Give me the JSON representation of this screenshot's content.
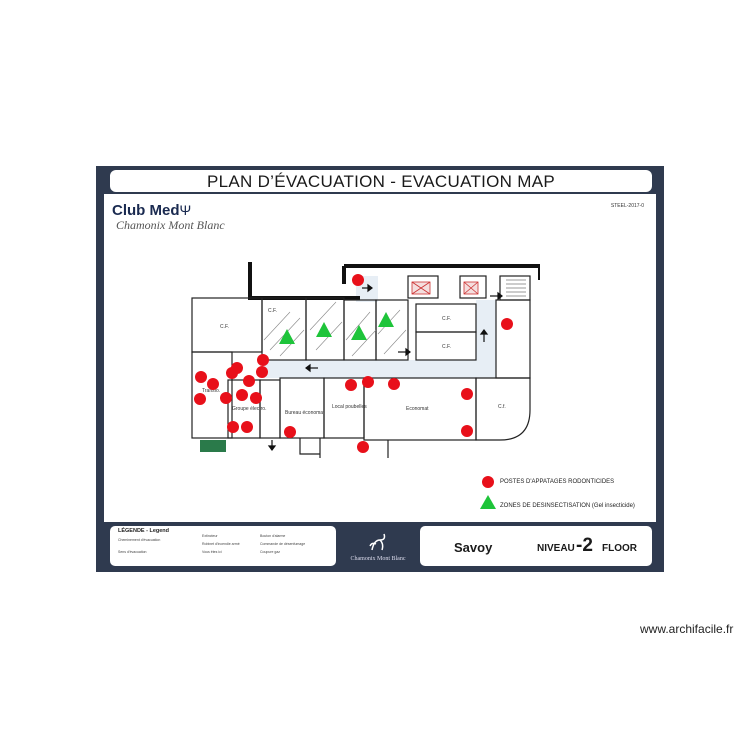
{
  "title": "PLAN D’ÉVACUATION  -  EVACUATION MAP",
  "brand": {
    "name": "Club Med",
    "location": "Chamonix Mont Blanc"
  },
  "reference": "STEEL-2017-0",
  "rooms": {
    "cf_left": "C.F.",
    "cf_mid": "C.F.",
    "cf_right1": "C.F.",
    "cf_right2": "C.F.",
    "cf_right3": "C.f.",
    "transfo": "Transfo.",
    "groupe_electro": "Groupe électro.",
    "bureau_economat": "Bureau économat",
    "local_poubelles": "Local poubelles",
    "economat": "Economat"
  },
  "legend": {
    "dot_label": "POSTES D'APPATAGES RODONTICIDES",
    "triangle_label": "ZONES DE DESINSECTISATION (Gel insecticide)"
  },
  "footer_legend": {
    "header": "LÉGENDE - Legend",
    "items": [
      "Cheminement d'évacuation",
      "Sens d'évacuation",
      "Extincteur",
      "Robinet d'incendie armé",
      "Vous êtes ici",
      "Bouton d'alarme",
      "Commande de désenfumage",
      "Coupure gaz"
    ]
  },
  "footer_logo": "Chamonix Mont Blanc",
  "building": "Savoy",
  "level": {
    "prefix": "NIVEAU",
    "number": "-2",
    "suffix": "FLOOR"
  },
  "watermark": "www.archifacile.fr",
  "colors": {
    "dot": "#e8101a",
    "triangle": "#1ec43a",
    "frame": "#2f3a4f"
  },
  "markers": {
    "dots": [
      {
        "id": "d1"
      },
      {
        "id": "d2"
      },
      {
        "id": "d3"
      },
      {
        "id": "d4"
      },
      {
        "id": "d5"
      },
      {
        "id": "d6"
      },
      {
        "id": "d7"
      },
      {
        "id": "d8"
      },
      {
        "id": "d9"
      },
      {
        "id": "d10"
      },
      {
        "id": "d11"
      },
      {
        "id": "d12"
      },
      {
        "id": "d13"
      },
      {
        "id": "d14"
      },
      {
        "id": "d15"
      },
      {
        "id": "d16"
      },
      {
        "id": "d17"
      },
      {
        "id": "d18"
      },
      {
        "id": "d19"
      },
      {
        "id": "d20"
      },
      {
        "id": "d21"
      },
      {
        "id": "d22"
      },
      {
        "id": "d23"
      },
      {
        "id": "d24"
      }
    ],
    "triangles": [
      {
        "id": "t1"
      },
      {
        "id": "t2"
      },
      {
        "id": "t3"
      },
      {
        "id": "t4"
      }
    ]
  }
}
